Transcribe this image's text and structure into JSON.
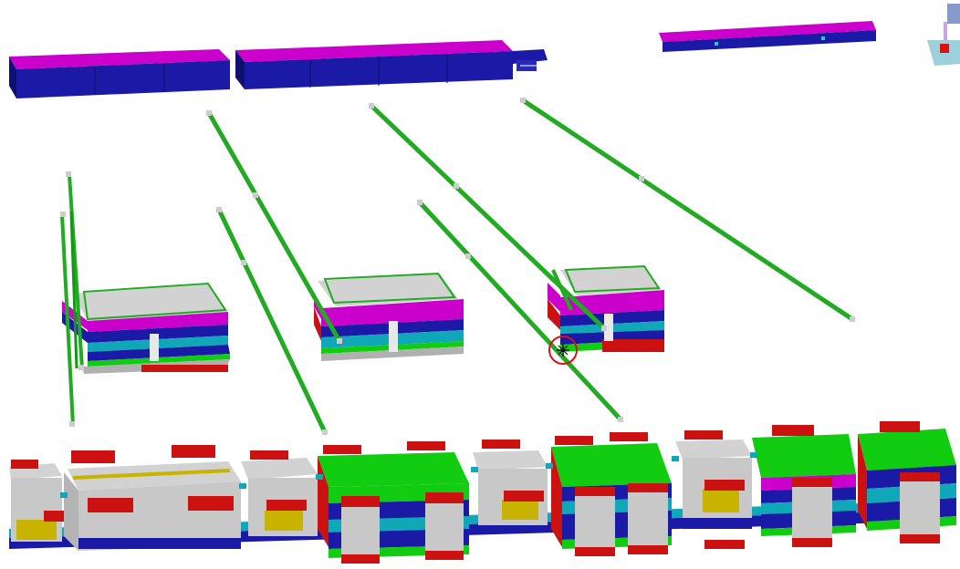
{
  "viewport": {
    "background": "#ffffff",
    "selection_marker": "crosshair-in-red-circle"
  },
  "colors": {
    "magenta": "#cc00cc",
    "navy": "#1a1aa6",
    "navy_dark": "#101070",
    "green_pipe": "#22aa22",
    "green_top": "#11cc11",
    "light_gray": "#d2d2d2",
    "mid_gray": "#a8a8a8",
    "dark_gray": "#808080",
    "red": "#cc1111",
    "cyan": "#10a8b8",
    "yellow": "#c8b400",
    "selection_red": "#dd1111"
  },
  "objects": {
    "upper_beams": 3,
    "diagonal_pipes": 6,
    "vertical_posts": 3,
    "mid_stacks": 3,
    "bottom_units": 11
  }
}
